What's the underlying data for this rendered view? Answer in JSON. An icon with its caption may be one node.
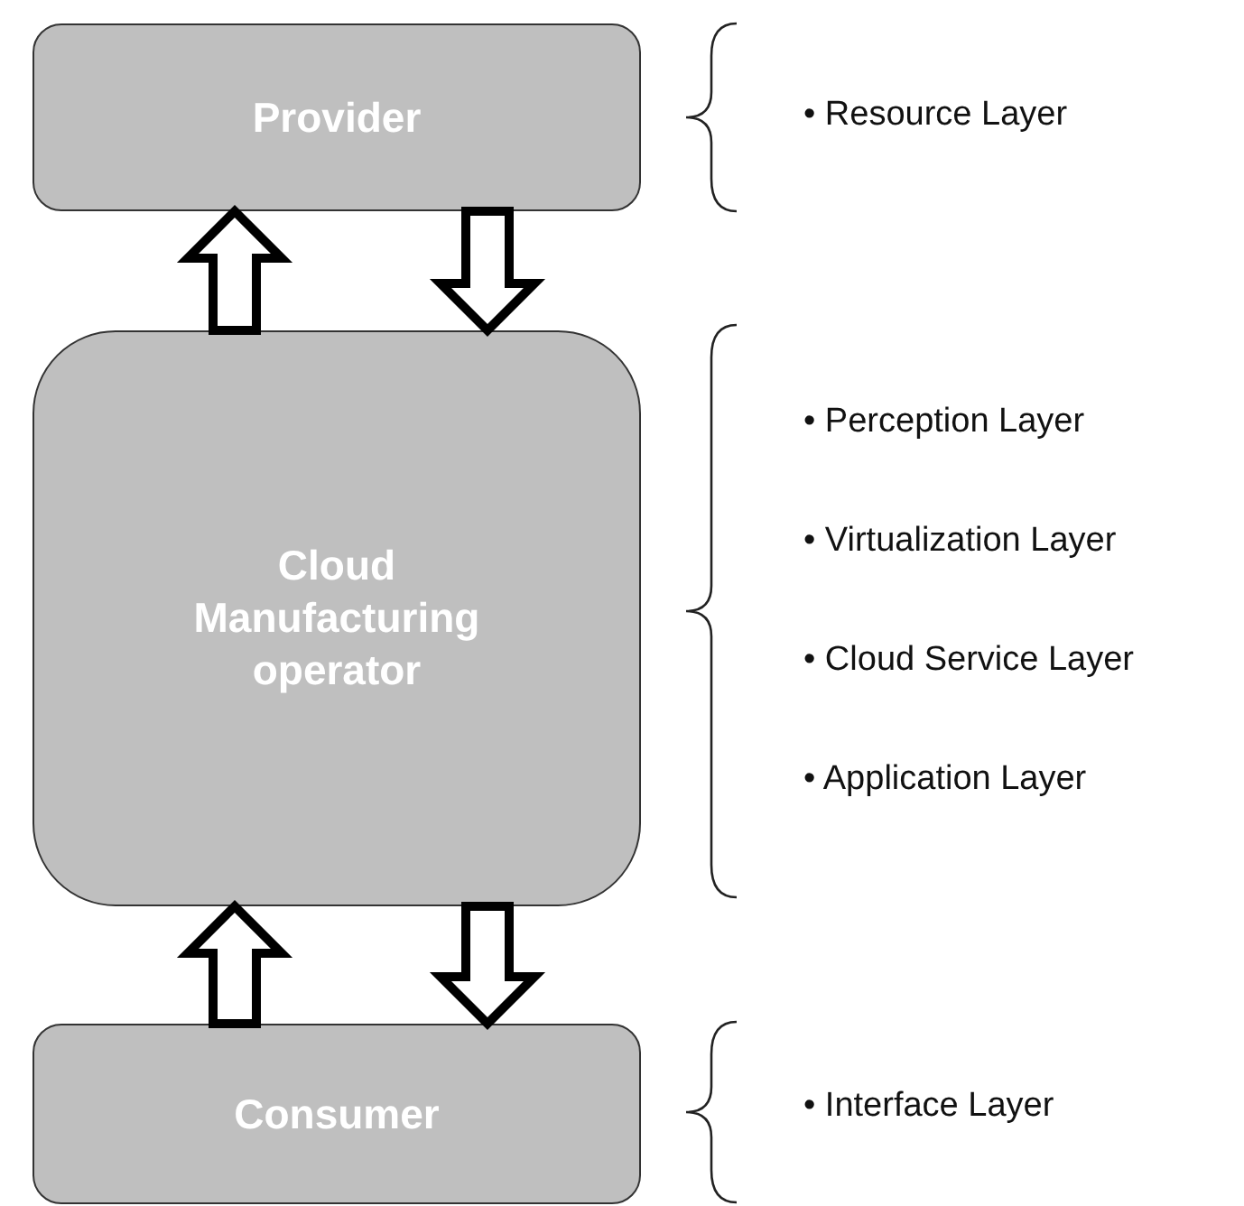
{
  "diagram": {
    "nodes": [
      {
        "text": [
          "Provider"
        ]
      },
      {
        "text": [
          "Cloud Manufacturing operator"
        ]
      },
      {
        "text": [
          "Consumer"
        ]
      }
    ],
    "edges": [
      {
        "from": 1,
        "to": 0,
        "arrow": "to"
      },
      {
        "from": 0,
        "to": 1,
        "arrow": "to"
      },
      {
        "from": 2,
        "to": 1,
        "arrow": "to"
      },
      {
        "from": 1,
        "to": 2,
        "arrow": "to"
      }
    ],
    "labels": [
      "• Resource Layer",
      "• Perception Layer",
      "• Virtualization Layer",
      "• Cloud Service Layer",
      "• Application Layer",
      "• Interface Layer"
    ]
  }
}
